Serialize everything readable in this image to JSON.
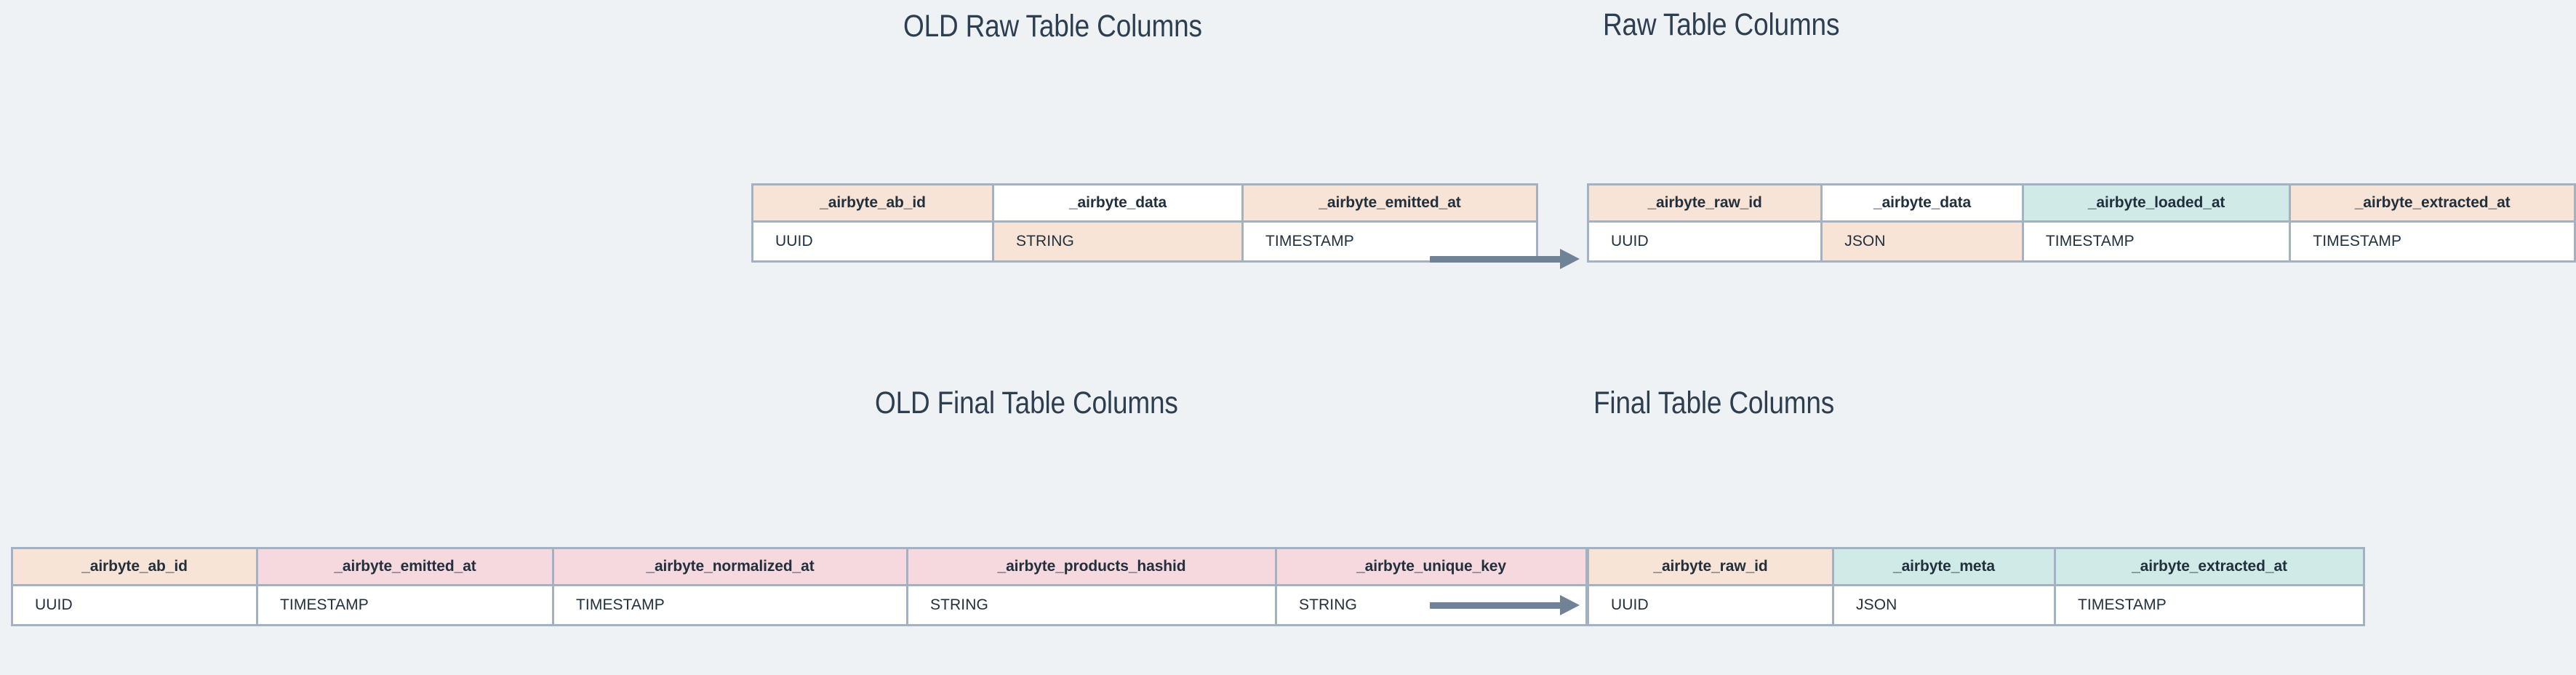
{
  "background_color": "#eff2f5",
  "palette": {
    "peach": "#f8e3d7",
    "mint": "#cfeae7",
    "pink": "#f5d9df",
    "white": "#ffffff",
    "border": "#a3b2c2",
    "arrow": "#6f8296",
    "title_text": "#2c3e50",
    "cell_text": "#21303d"
  },
  "titles": {
    "old_raw": "OLD Raw Table Columns",
    "new_raw": "Raw Table Columns",
    "old_final": "OLD Final Table Columns",
    "new_final": "Final Table Columns"
  },
  "arrows": {
    "raw_label": "transforms-to-arrow",
    "final_label": "transforms-to-arrow"
  },
  "tables": {
    "old_raw": {
      "name": "OLD Raw Table Columns",
      "headers": [
        {
          "text": "_airbyte_ab_id",
          "fill": "peach"
        },
        {
          "text": "_airbyte_data",
          "fill": "white"
        },
        {
          "text": "_airbyte_emitted_at",
          "fill": "peach"
        }
      ],
      "row": [
        {
          "text": "UUID",
          "fill": "white"
        },
        {
          "text": "STRING",
          "fill": "peach"
        },
        {
          "text": "TIMESTAMP",
          "fill": "white"
        }
      ]
    },
    "new_raw": {
      "name": "Raw Table Columns",
      "headers": [
        {
          "text": "_airbyte_raw_id",
          "fill": "peach"
        },
        {
          "text": "_airbyte_data",
          "fill": "white"
        },
        {
          "text": "_airbyte_loaded_at",
          "fill": "mint"
        },
        {
          "text": "_airbyte_extracted_at",
          "fill": "peach"
        }
      ],
      "row": [
        {
          "text": "UUID",
          "fill": "white"
        },
        {
          "text": "JSON",
          "fill": "peach"
        },
        {
          "text": "TIMESTAMP",
          "fill": "white"
        },
        {
          "text": "TIMESTAMP",
          "fill": "white"
        }
      ]
    },
    "old_final": {
      "name": "OLD Final Table Columns",
      "headers": [
        {
          "text": "_airbyte_ab_id",
          "fill": "peach"
        },
        {
          "text": "_airbyte_emitted_at",
          "fill": "pink"
        },
        {
          "text": "_airbyte_normalized_at",
          "fill": "pink"
        },
        {
          "text": "_airbyte_products_hashid",
          "fill": "pink"
        },
        {
          "text": "_airbyte_unique_key",
          "fill": "pink"
        }
      ],
      "row": [
        {
          "text": "UUID",
          "fill": "white"
        },
        {
          "text": "TIMESTAMP",
          "fill": "white"
        },
        {
          "text": "TIMESTAMP",
          "fill": "white"
        },
        {
          "text": "STRING",
          "fill": "white"
        },
        {
          "text": "STRING",
          "fill": "white"
        }
      ]
    },
    "new_final": {
      "name": "Final Table Columns",
      "headers": [
        {
          "text": "_airbyte_raw_id",
          "fill": "peach"
        },
        {
          "text": "_airbyte_meta",
          "fill": "mint"
        },
        {
          "text": "_airbyte_extracted_at",
          "fill": "mint"
        }
      ],
      "row": [
        {
          "text": "UUID",
          "fill": "white"
        },
        {
          "text": "JSON",
          "fill": "white"
        },
        {
          "text": "TIMESTAMP",
          "fill": "white"
        }
      ]
    }
  }
}
